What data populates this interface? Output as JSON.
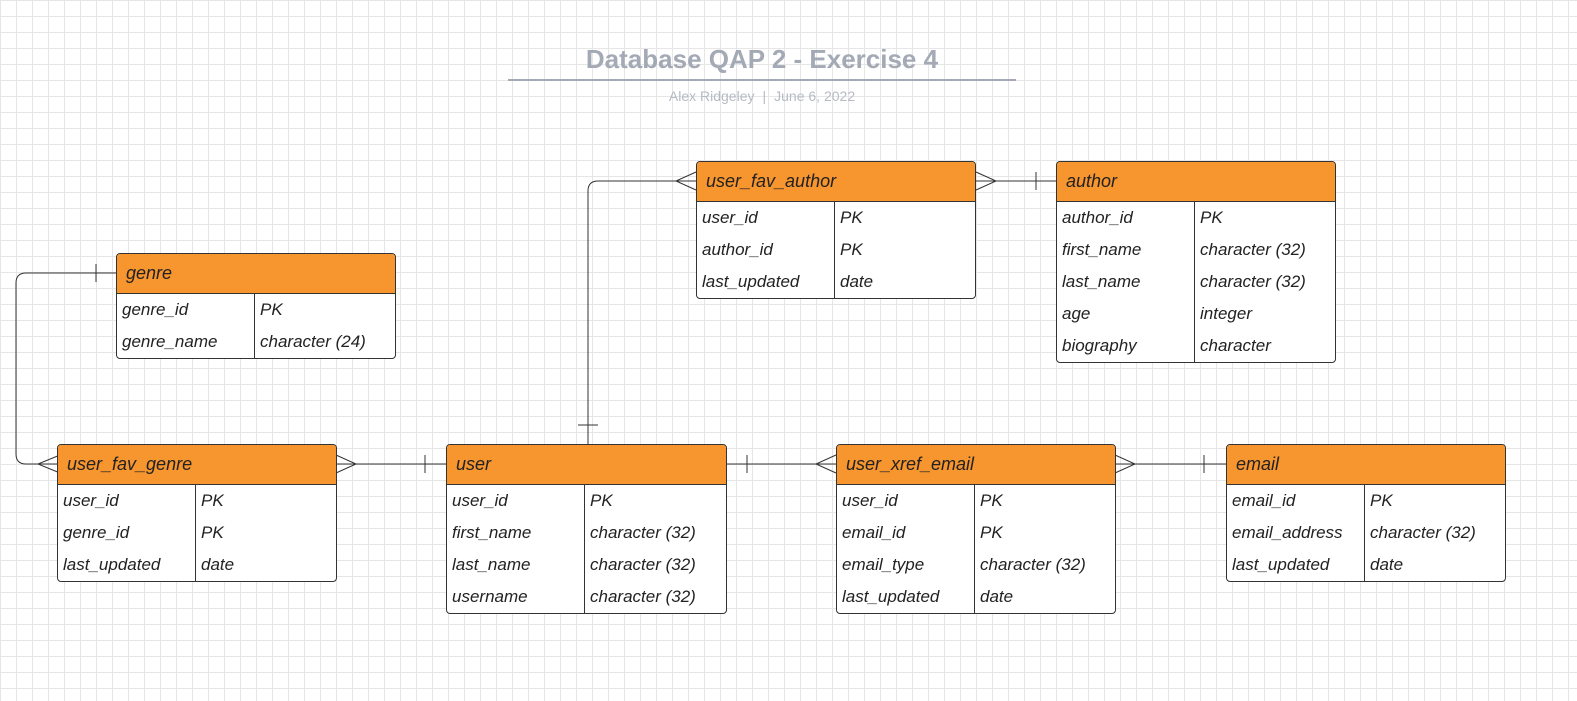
{
  "title": "Database QAP 2 - Exercise 4",
  "subtitle": {
    "author": "Alex Ridgeley",
    "separator": "|",
    "date": "June 6, 2022"
  },
  "colors": {
    "header": "#f7952f",
    "line": "#333333",
    "title": "#a3a9b5",
    "grid": "#e6e6e6"
  },
  "entities": {
    "genre": {
      "name": "genre",
      "rows": [
        [
          "genre_id",
          "PK"
        ],
        [
          "genre_name",
          "character (24)"
        ]
      ]
    },
    "user_fav_author": {
      "name": "user_fav_author",
      "rows": [
        [
          "user_id",
          "PK"
        ],
        [
          "author_id",
          "PK"
        ],
        [
          "last_updated",
          "date"
        ]
      ]
    },
    "author": {
      "name": "author",
      "rows": [
        [
          "author_id",
          "PK"
        ],
        [
          "first_name",
          "character (32)"
        ],
        [
          "last_name",
          "character (32)"
        ],
        [
          "age",
          "integer"
        ],
        [
          "biography",
          "character"
        ]
      ]
    },
    "user_fav_genre": {
      "name": "user_fav_genre",
      "rows": [
        [
          "user_id",
          "PK"
        ],
        [
          "genre_id",
          "PK"
        ],
        [
          "last_updated",
          "date"
        ]
      ]
    },
    "user": {
      "name": "user",
      "rows": [
        [
          "user_id",
          "PK"
        ],
        [
          "first_name",
          "character (32)"
        ],
        [
          "last_name",
          "character (32)"
        ],
        [
          "username",
          "character (32)"
        ]
      ]
    },
    "user_xref_email": {
      "name": "user_xref_email",
      "rows": [
        [
          "user_id",
          "PK"
        ],
        [
          "email_id",
          "PK"
        ],
        [
          "email_type",
          "character (32)"
        ],
        [
          "last_updated",
          "date"
        ]
      ]
    },
    "email": {
      "name": "email",
      "rows": [
        [
          "email_id",
          "PK"
        ],
        [
          "email_address",
          "character (32)"
        ],
        [
          "last_updated",
          "date"
        ]
      ]
    }
  },
  "relationships": [
    {
      "from": "user_fav_author",
      "to": "author",
      "from_cardinality": "many",
      "to_cardinality": "one"
    },
    {
      "from": "user_fav_author",
      "to": "user",
      "from_cardinality": "many",
      "to_cardinality": "one"
    },
    {
      "from": "user_fav_genre",
      "to": "genre",
      "from_cardinality": "many",
      "to_cardinality": "one"
    },
    {
      "from": "user_fav_genre",
      "to": "user",
      "from_cardinality": "many",
      "to_cardinality": "one"
    },
    {
      "from": "user_xref_email",
      "to": "user",
      "from_cardinality": "many",
      "to_cardinality": "one"
    },
    {
      "from": "user_xref_email",
      "to": "email",
      "from_cardinality": "many",
      "to_cardinality": "one"
    }
  ]
}
